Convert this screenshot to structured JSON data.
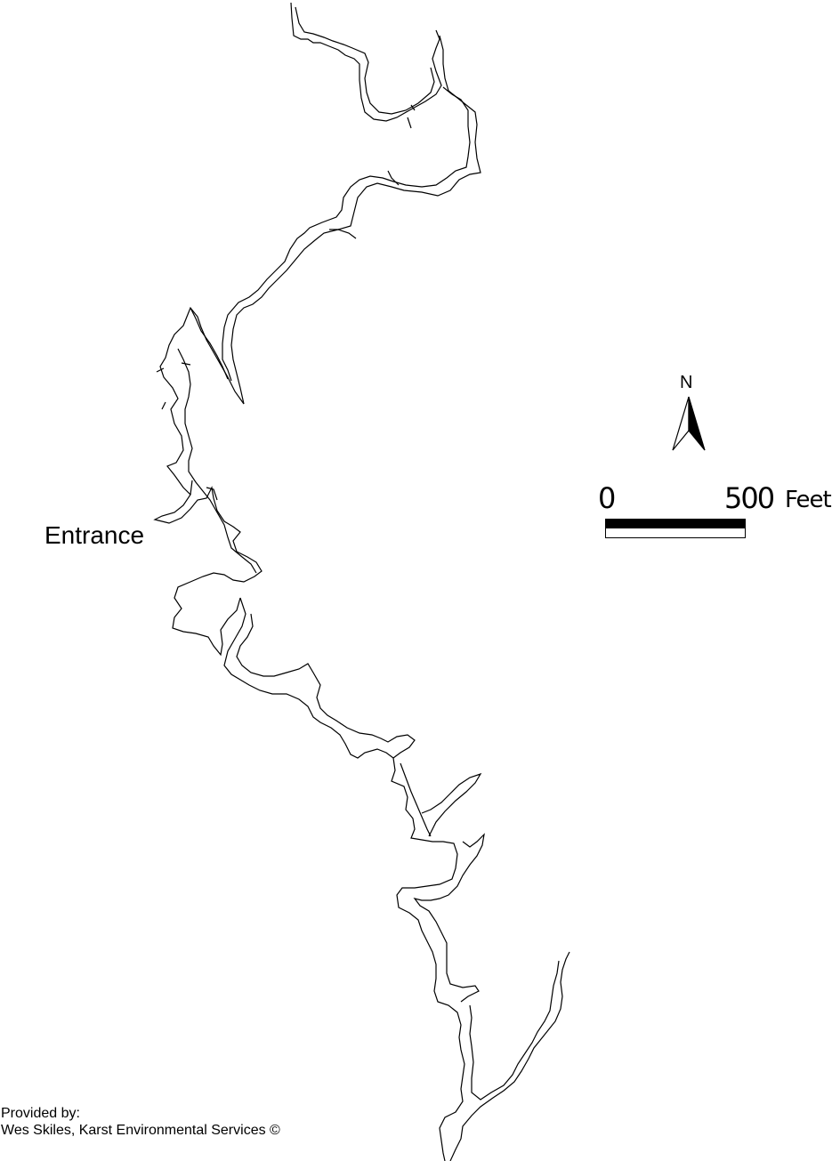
{
  "map": {
    "entrance_label": "Entrance",
    "north_label": "N",
    "scale": {
      "start": "0",
      "end": "500",
      "unit": "Feet"
    },
    "credit": {
      "line1": "Provided by:",
      "line2": "Wes Skiles, Karst Environmental Services ©"
    },
    "colors": {
      "line": "#000000",
      "background": "#ffffff"
    }
  }
}
